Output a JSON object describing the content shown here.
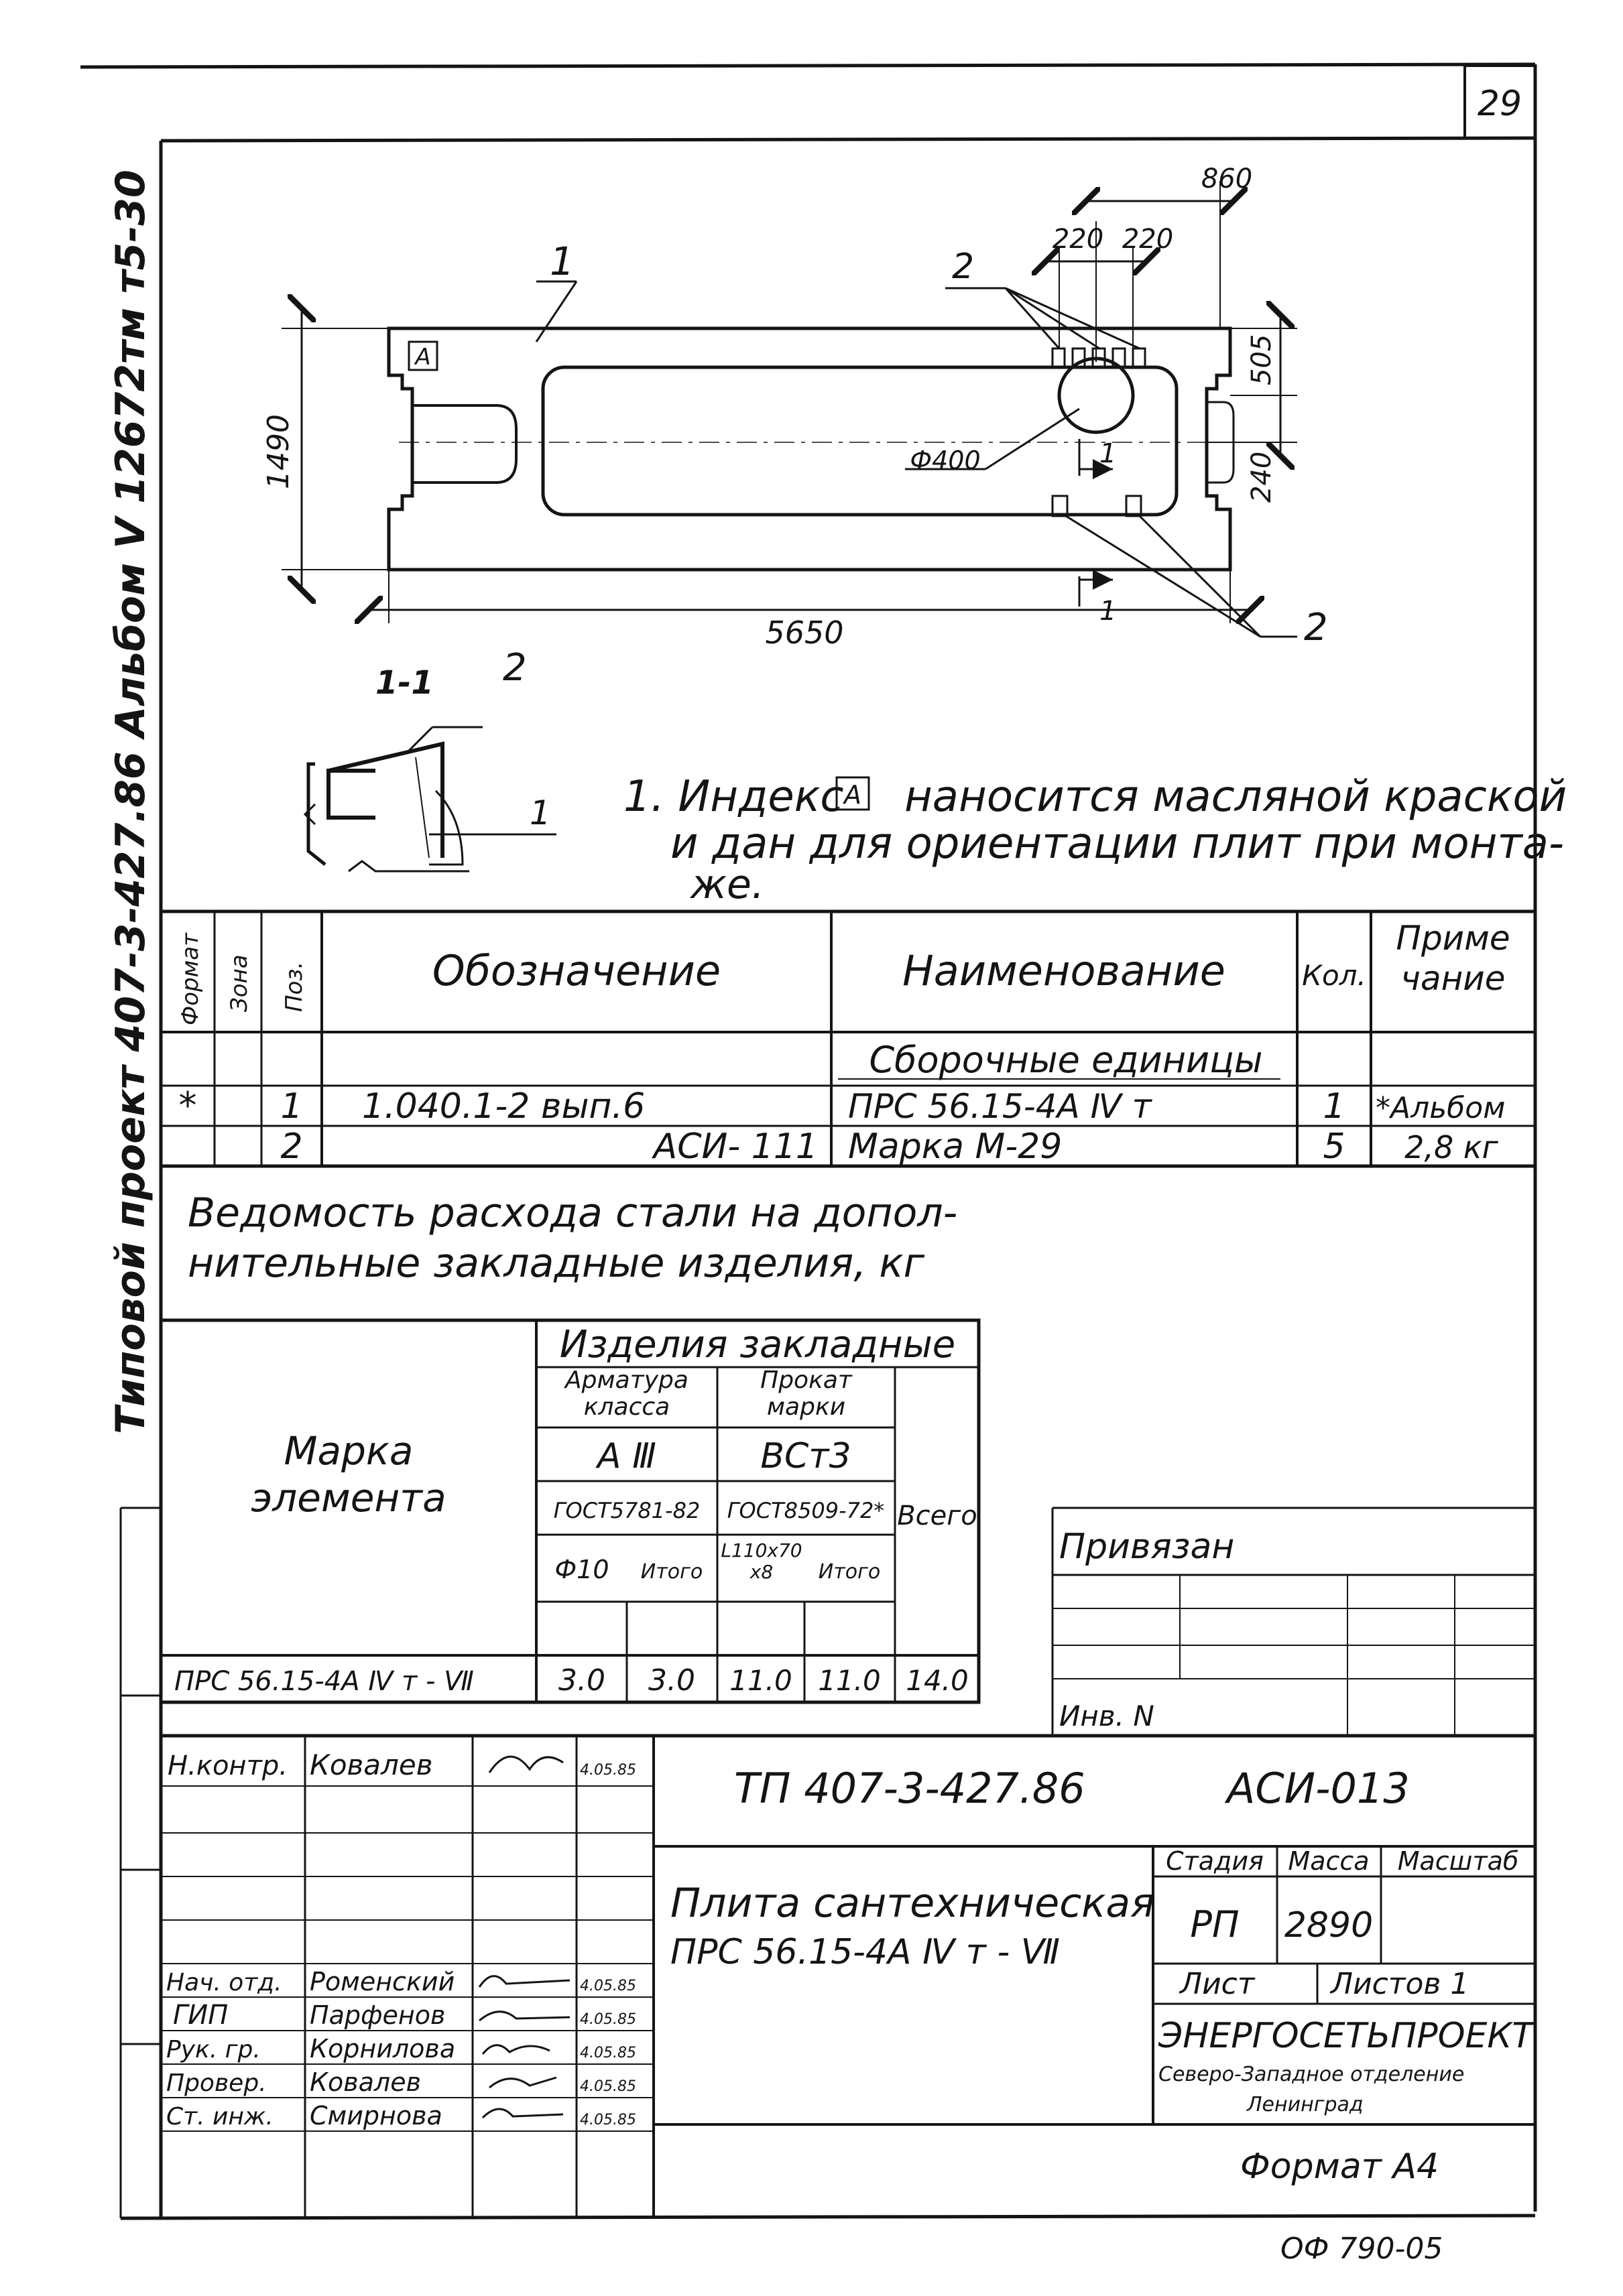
{
  "sheet_number": "29",
  "side_stamp": "Типовой проект 407-3-427.86 Альбом Ⅴ 12672тм т5-30",
  "drawing": {
    "label_1": "1",
    "label_2a": "2",
    "label_2b": "2",
    "index_mark": "A",
    "dims": {
      "d860": "860",
      "d220a": "220",
      "d220b": "220",
      "d505": "505",
      "d240": "240",
      "d1490": "1490",
      "d5650": "5650",
      "dia400": "Ф400"
    },
    "section_mark_top": "1",
    "section_mark_bottom": "1",
    "section_title": "1-1",
    "section_label_2": "2",
    "section_label_1": "1"
  },
  "note": {
    "line1": "1. Индекс",
    "line1_mark": "A",
    "line1b": "наносится масляной краской",
    "line2": "и дан для ориентации плит при монта-",
    "line3": "же."
  },
  "spec": {
    "headers": [
      "Формат",
      "Зона",
      "Поз.",
      "Обозначение",
      "Наименование",
      "Кол.",
      "Приме чание"
    ],
    "section_title": "Сборочные единицы",
    "rows": [
      {
        "format": "*",
        "zone": "",
        "pos": "1",
        "designation": "1.040.1-2   вып.6",
        "name": "ПРС 56.15-4А Ⅳ т",
        "qty": "1",
        "note": "*Альбом"
      },
      {
        "format": "",
        "zone": "",
        "pos": "2",
        "designation": "АСИ- 111",
        "name": "Марка   М-29",
        "qty": "5",
        "note": "2,8 кг"
      }
    ]
  },
  "steel": {
    "title1": "Ведомость расхода стали на допол-",
    "title2": "нительные закладные изделия, кг",
    "head_mark": "Марка элемента",
    "head_products": "Изделия закладные",
    "head_rebar": "Арматура класса",
    "head_rolled": "Прокат марки",
    "head_total": "Всего",
    "rebar_grade": "А Ⅲ",
    "rolled_grade": "ВСт3",
    "rebar_gost": "ГОСТ5781-82",
    "rolled_gost": "ГОСТ8509-72*",
    "sub_phi10": "Ф10",
    "sub_itogo1": "Итого",
    "sub_l110": "L110х70х8",
    "sub_itogo2": "Итого",
    "row": {
      "mark": "ПРС 56.15-4А Ⅳ т - Ⅶ",
      "phi10": "3.0",
      "itogo1": "3.0",
      "l110": "11.0",
      "itogo2": "11.0",
      "total": "14.0"
    }
  },
  "attached": {
    "title": "Привязан",
    "inv": "Инв. N"
  },
  "titleblock": {
    "people": [
      {
        "role": "Н.контр.",
        "name": "Ковалев",
        "date": "4.05.85"
      },
      {
        "role": "Нач. отд.",
        "name": "Роменский",
        "date": "4.05.85"
      },
      {
        "role": "ГИП",
        "name": "Парфенов",
        "date": "4.05.85"
      },
      {
        "role": "Рук. гр.",
        "name": "Корнилова",
        "date": "4.05.85"
      },
      {
        "role": "Провер.",
        "name": "Ковалев",
        "date": "4.05.85"
      },
      {
        "role": "Ст. инж.",
        "name": "Смирнова",
        "date": "4.05.85"
      }
    ],
    "doc_code": "ТП 407-3-427.86",
    "doc_mark": "АСИ-013",
    "product_name_1": "Плита сантехническая",
    "product_name_2": "ПРС 56.15-4А Ⅳ т - Ⅶ",
    "stage_label": "Стадия",
    "mass_label": "Масса",
    "scale_label": "Масштаб",
    "stage_value": "РП",
    "mass_value": "2890",
    "sheet_label": "Лист",
    "sheets_label": "Листов 1",
    "org_1": "ЭНЕРГОСЕТЬПРОЕКТ",
    "org_2": "Северо-Западное отделение",
    "org_3": "Ленинград"
  },
  "format_label": "Формат А4",
  "bottom_code": "ОФ 790-05"
}
